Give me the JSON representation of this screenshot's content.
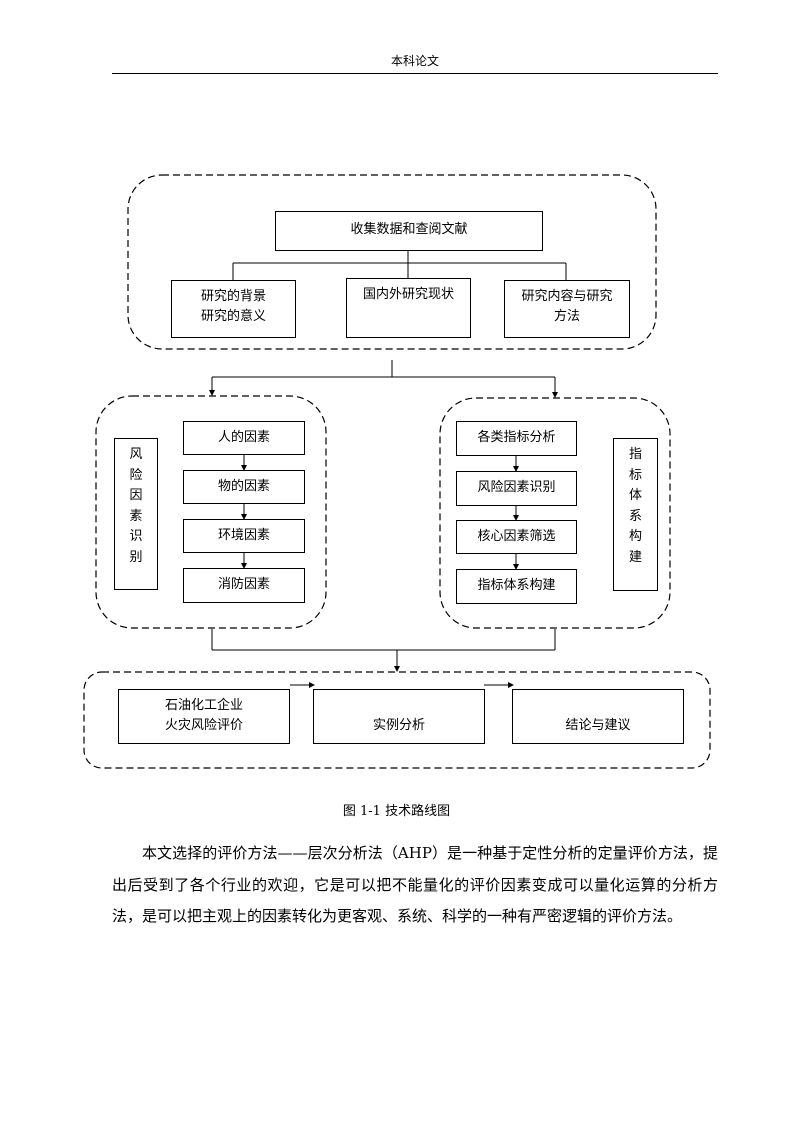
{
  "header": {
    "title": "本科论文"
  },
  "diagram": {
    "collect": "收集数据和查阅文献",
    "background": [
      "研究的背景",
      "研究的意义"
    ],
    "status": "国内外研究现状",
    "content": [
      "研究内容与研究",
      "方法"
    ],
    "left_group": {
      "vertical_label": [
        "风",
        "险",
        "因",
        "素",
        "识",
        "别"
      ],
      "items": [
        "人的因素",
        "物的因素",
        "环境因素",
        "消防因素"
      ]
    },
    "right_group": {
      "vertical_label": [
        "指",
        "标",
        "体",
        "系",
        "构",
        "建"
      ],
      "items": [
        "各类指标分析",
        "风险因素识别",
        "核心因素筛选",
        "指标体系构建"
      ]
    },
    "bottom": {
      "evaluation": [
        "石油化工企业",
        "火灾风险评价"
      ],
      "case": "实例分析",
      "conclusion": "结论与建议"
    }
  },
  "caption": "图 1-1  技术路线图",
  "paragraph": "本文选择的评价方法——层次分析法（AHP）是一种基于定性分析的定量评价方法，提出后受到了各个行业的欢迎，它是可以把不能量化的评价因素变成可以量化运算的分析方法，是可以把主观上的因素转化为更客观、系统、科学的一种有严密逻辑的评价方法。"
}
